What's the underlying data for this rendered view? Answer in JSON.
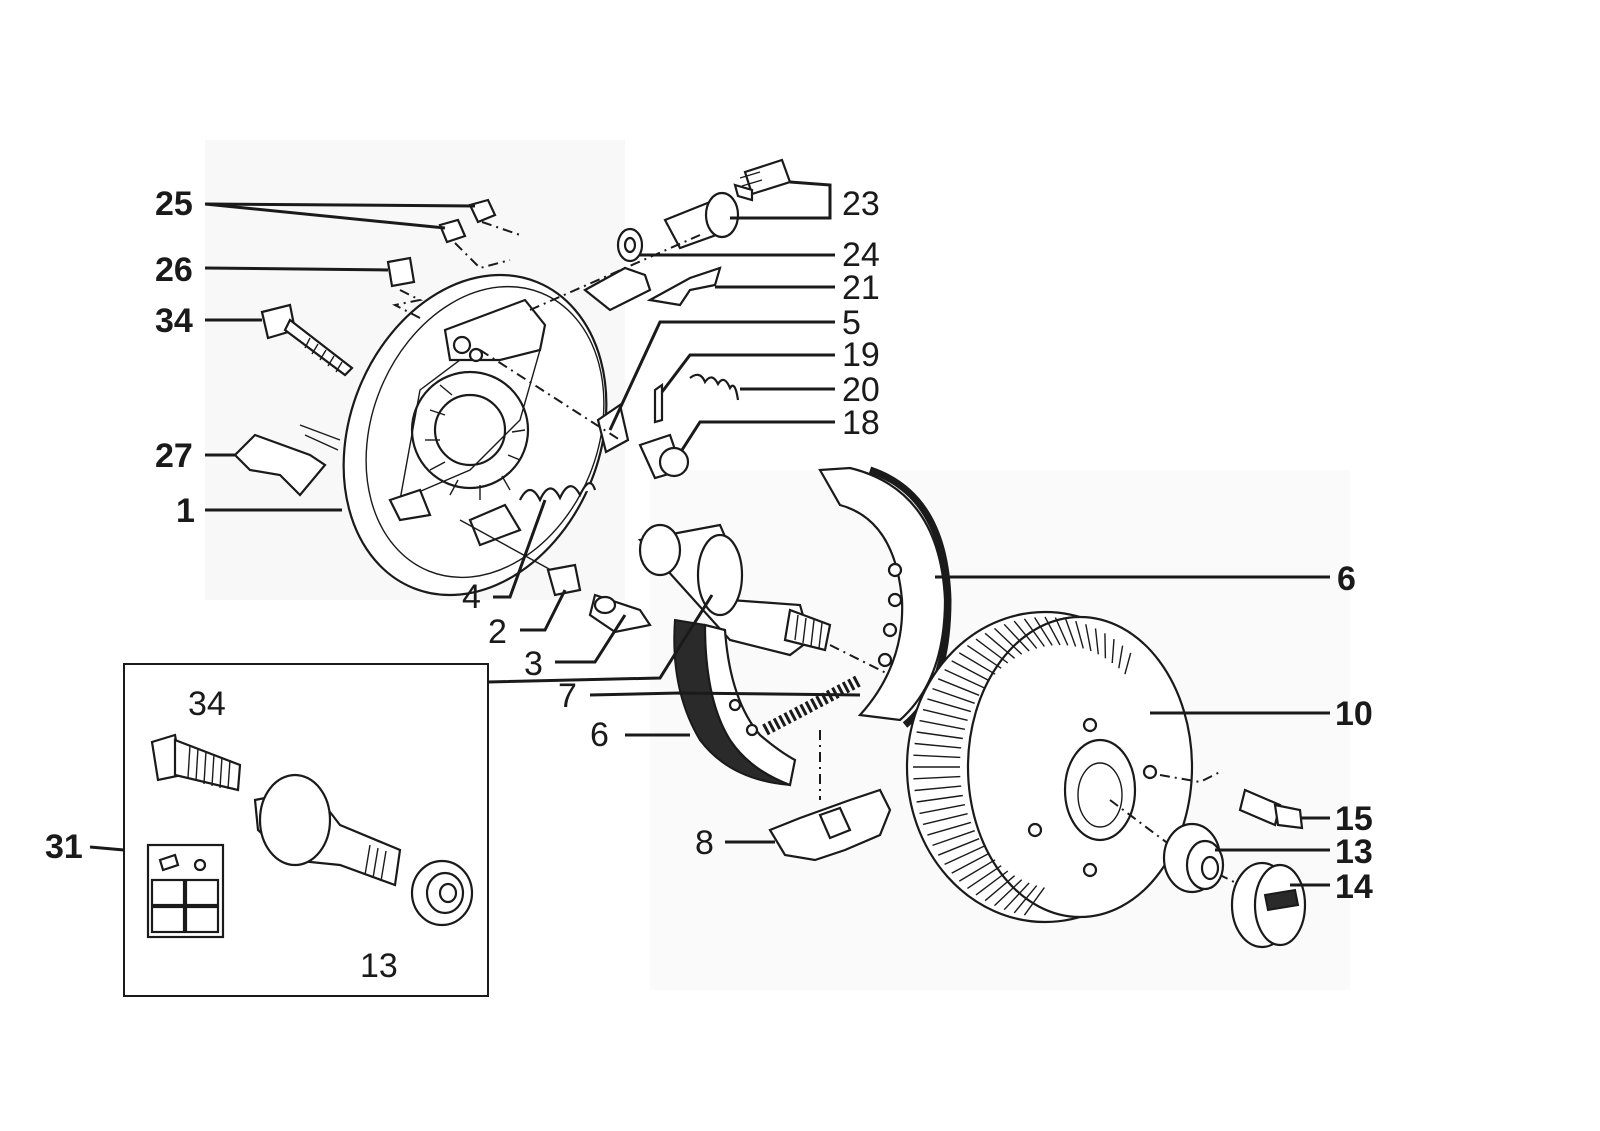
{
  "callouts": {
    "c25": "25",
    "c26": "26",
    "c34a": "34",
    "c27": "27",
    "c1": "1",
    "c23": "23",
    "c24": "24",
    "c21": "21",
    "c5": "5",
    "c19": "19",
    "c20": "20",
    "c18": "18",
    "c4": "4",
    "c2": "2",
    "c3": "3",
    "c6a": "6",
    "c7": "7",
    "c6b": "6",
    "c10": "10",
    "c8": "8",
    "c15": "15",
    "c13a": "13",
    "c14": "14",
    "c31": "31",
    "c34b": "34",
    "c13b": "13"
  }
}
